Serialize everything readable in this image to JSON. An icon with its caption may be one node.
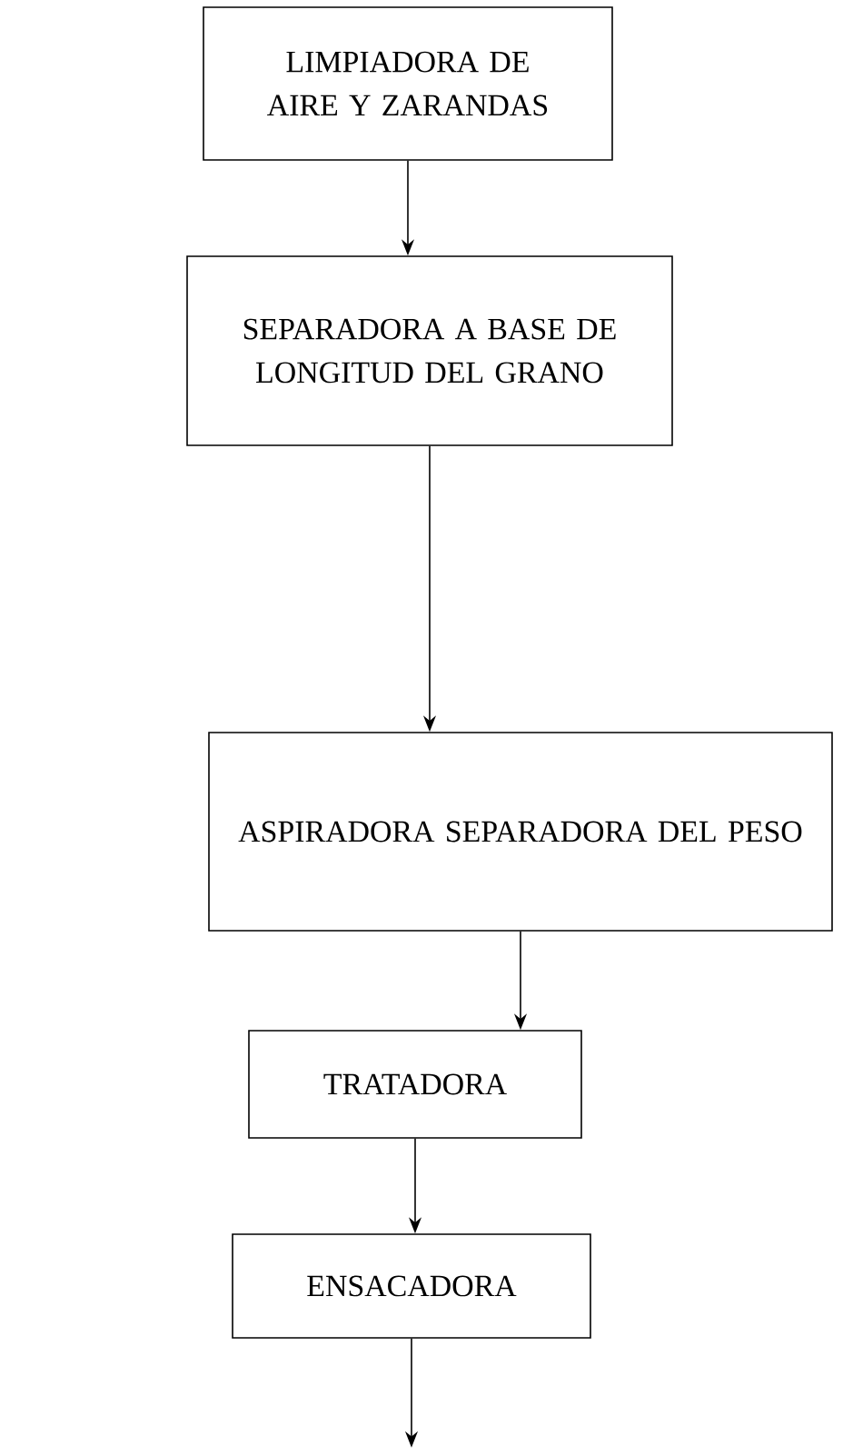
{
  "diagram": {
    "nodes": [
      {
        "text": [
          "LIMPIADORA DE AIRE Y ZARANDAS"
        ]
      },
      {
        "text": [
          "SEPARADORA A BASE DE LONGITUD DEL GRANO"
        ]
      },
      {
        "text": [
          "ASPIRADORA SEPARADORA DEL PESO"
        ]
      },
      {
        "text": [
          "TRATADORA"
        ]
      },
      {
        "text": [
          "ENSACADORA"
        ]
      }
    ],
    "edges": [
      {
        "from": 0,
        "to": 1,
        "arrow": "to"
      },
      {
        "from": 1,
        "to": 2,
        "arrow": "to"
      },
      {
        "from": 2,
        "to": 3,
        "arrow": "to"
      },
      {
        "from": 3,
        "to": 4,
        "arrow": "to"
      },
      {
        "from": 4,
        "to": null,
        "arrow": "to"
      }
    ]
  }
}
